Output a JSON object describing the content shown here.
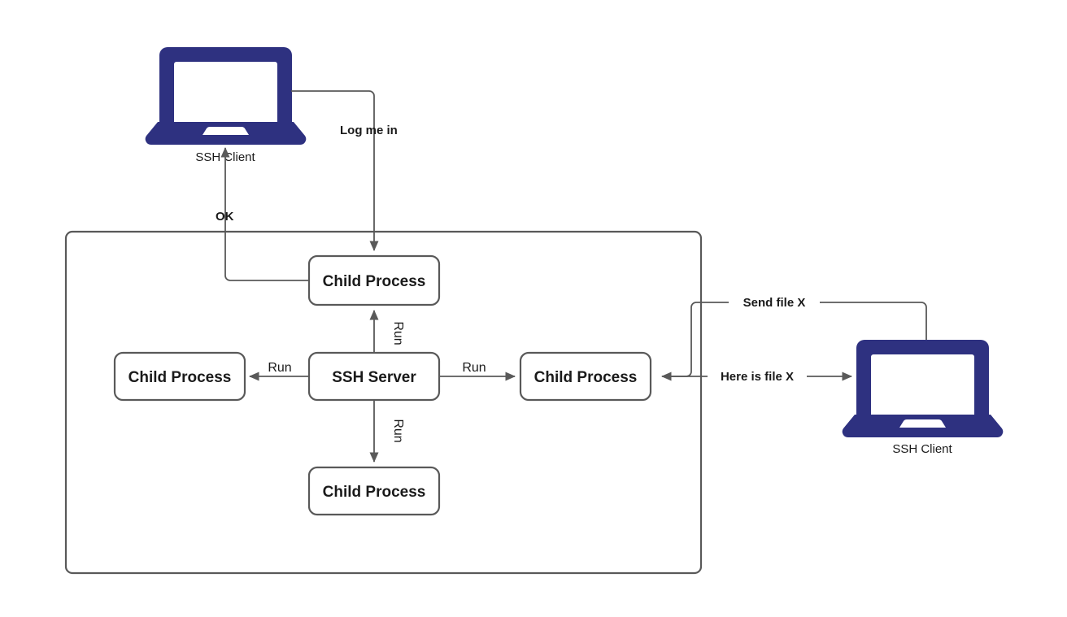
{
  "diagram": {
    "title": "SSH Server and Child Processes",
    "colors": {
      "device_blue": "#2e3180",
      "stroke_gray": "#595959",
      "text_dark": "#1a1a1a",
      "background": "#ffffff"
    },
    "container": {
      "name": "ssh-server-host-boundary"
    },
    "nodes": {
      "ssh_server": {
        "label": "SSH Server"
      },
      "child_top": {
        "label": "Child Process"
      },
      "child_left": {
        "label": "Child Process"
      },
      "child_right": {
        "label": "Child Process"
      },
      "child_bottom": {
        "label": "Child Process"
      }
    },
    "devices": {
      "client_top_left": {
        "label": "SSH Client",
        "icon": "laptop-icon"
      },
      "client_right": {
        "label": "SSH Client",
        "icon": "laptop-icon"
      }
    },
    "edges": {
      "log_me_in": {
        "label": "Log me in"
      },
      "ok": {
        "label": "OK"
      },
      "run_top": {
        "label": "Run"
      },
      "run_left": {
        "label": "Run"
      },
      "run_right": {
        "label": "Run"
      },
      "run_bottom": {
        "label": "Run"
      },
      "send_file": {
        "label": "Send file X"
      },
      "here_is_file": {
        "label": "Here is file X"
      }
    }
  }
}
